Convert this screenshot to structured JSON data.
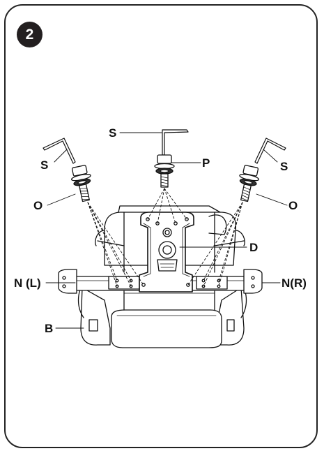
{
  "step": {
    "number": "2"
  },
  "labels": {
    "s_center": "S",
    "s_left": "S",
    "s_right": "S",
    "p": "P",
    "o_left": "O",
    "o_right": "O",
    "d": "D",
    "n_left": "N (L)",
    "n_right": "N(R)",
    "b": "B"
  },
  "colors": {
    "stroke": "#111111",
    "badge": "#231f20"
  }
}
